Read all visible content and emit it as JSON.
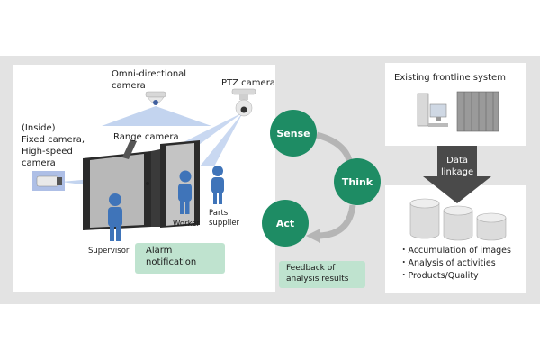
{
  "diagram": {
    "left_panel": {
      "omni_camera_label": [
        "Omni-directional",
        "camera"
      ],
      "ptz_camera_label": "PTZ camera",
      "inside_cameras_label": [
        "(Inside)",
        "Fixed camera,",
        "High-speed",
        "camera"
      ],
      "range_camera_label": "Range camera",
      "worker_label": "Worker",
      "parts_supplier_label": [
        "Parts",
        "supplier"
      ],
      "supervisor_label": "Supervisor",
      "alarm_label": [
        "Alarm",
        "notification"
      ]
    },
    "cycle": {
      "sense": "Sense",
      "think": "Think",
      "act": "Act",
      "feedback_label": [
        "Feedback of",
        "analysis results"
      ]
    },
    "right_panel": {
      "existing_system_label": "Existing frontline system",
      "data_linkage_label": [
        "Data",
        "linkage"
      ],
      "bullets": [
        "・Accumulation of images",
        "・Analysis of activities",
        "・Products/Quality"
      ]
    },
    "colors": {
      "accent_green": "#1e8c64",
      "callout_green": "#bfe3cf",
      "person_blue": "#3f74b9",
      "beam_blue": "#c3d4ef",
      "background_gray": "#e3e3e3",
      "arrow_dark": "#4a4a4a"
    }
  }
}
